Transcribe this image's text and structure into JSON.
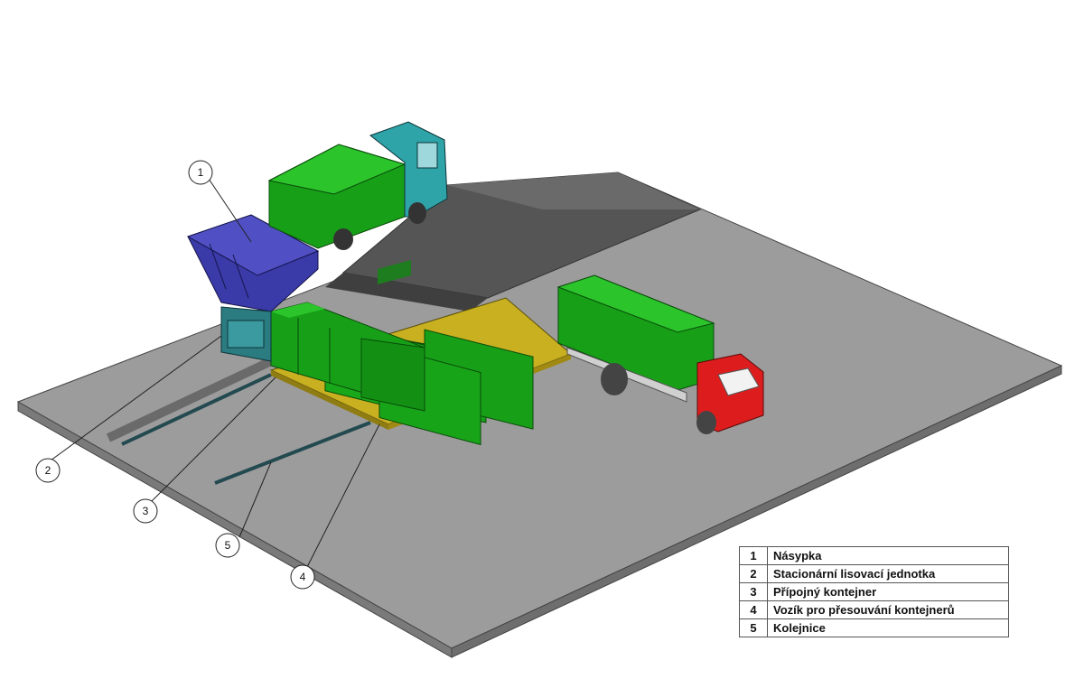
{
  "callouts": [
    "1",
    "2",
    "3",
    "4",
    "5"
  ],
  "legend": [
    {
      "num": "1",
      "label": "Násypka"
    },
    {
      "num": "2",
      "label": "Stacionární lisovací jednotka"
    },
    {
      "num": "3",
      "label": "Přípojný kontejner"
    },
    {
      "num": "4",
      "label": "Vozík pro přesouvání kontejnerů"
    },
    {
      "num": "5",
      "label": "Kolejnice"
    }
  ],
  "colors": {
    "ground": "#9a9a9a",
    "ramp": "#5e5e5e",
    "container": "#17a017",
    "hopper": "#3a3aa8",
    "cart": "#c8b020",
    "truck_cab": "#dd1d1d",
    "collector_cab": "#2ea3a8"
  }
}
